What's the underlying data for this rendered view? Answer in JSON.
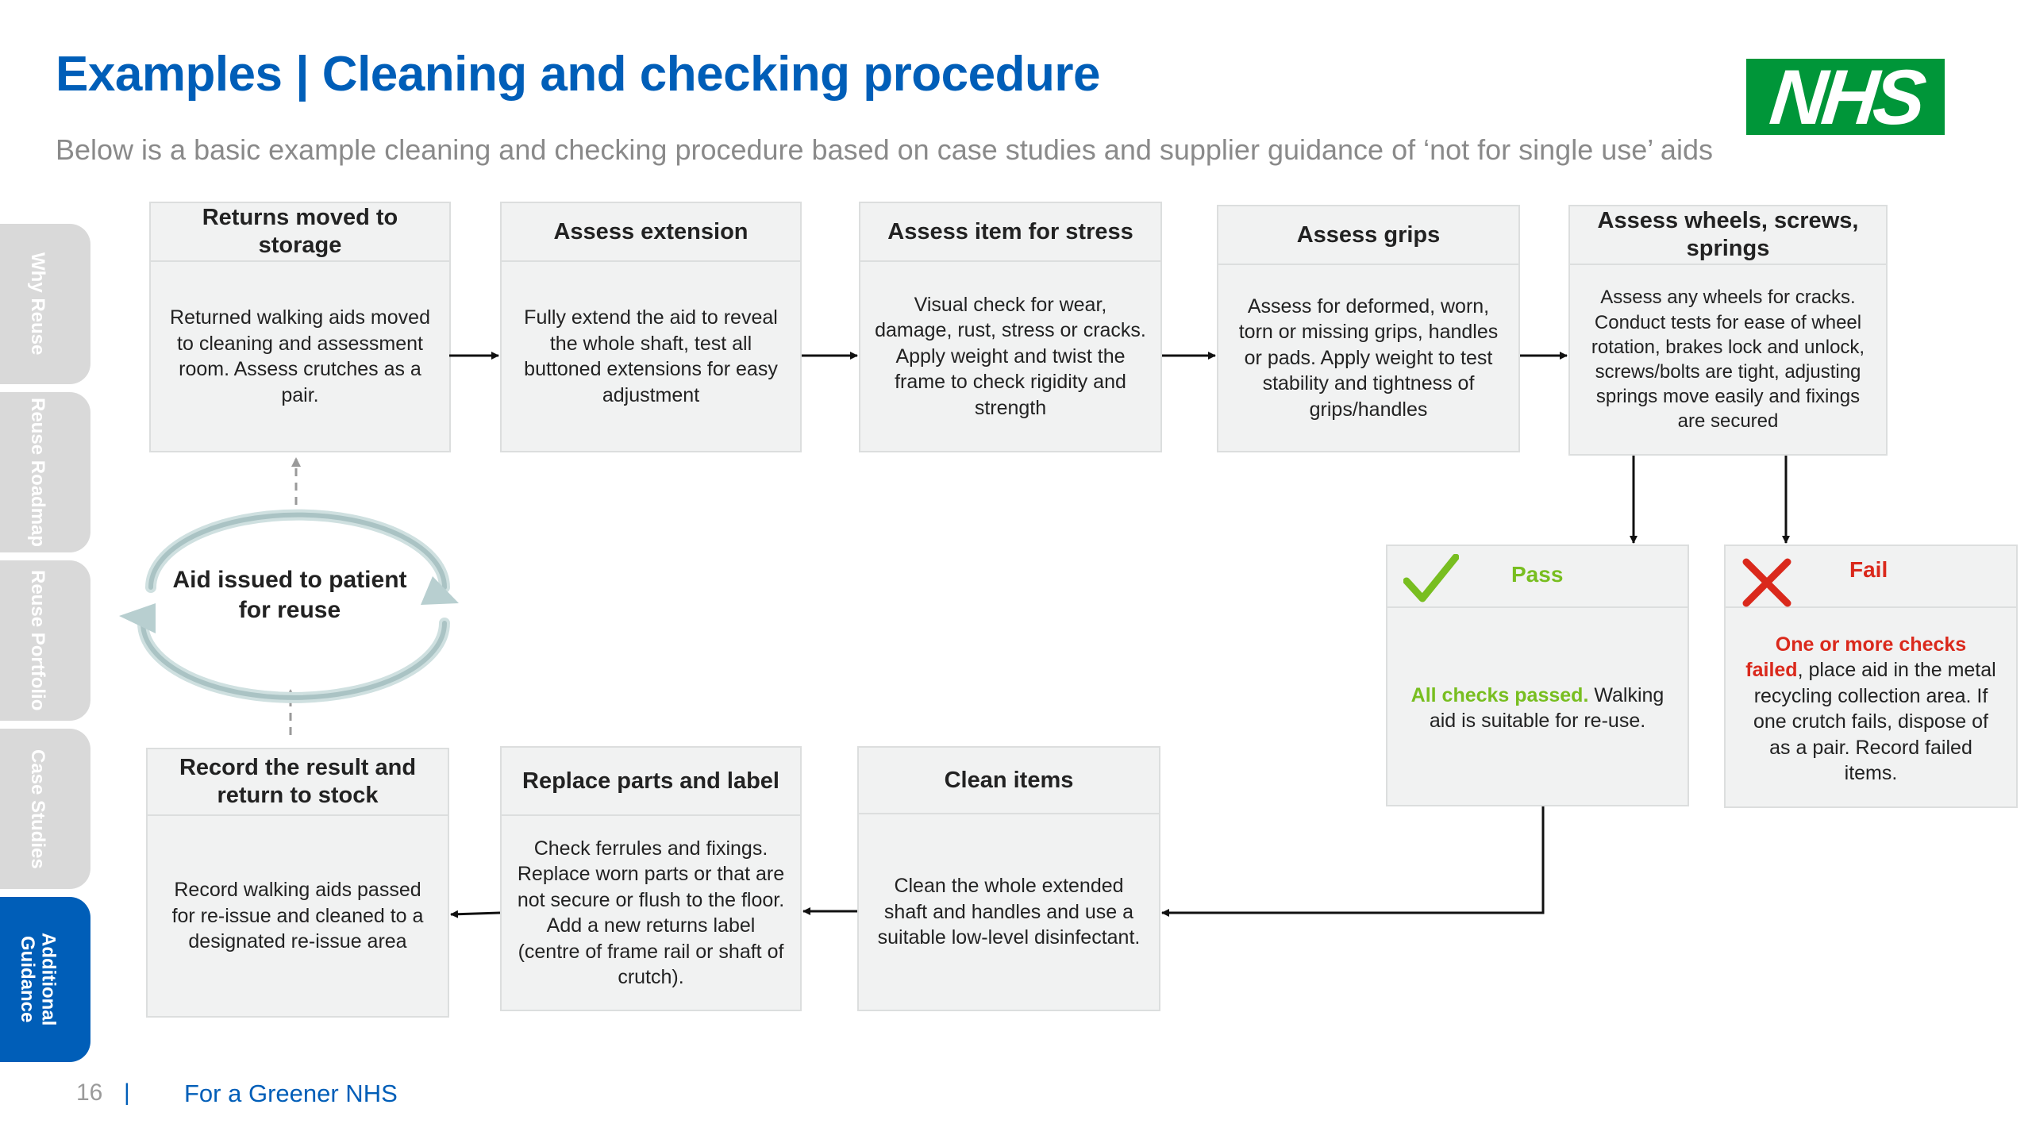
{
  "header": {
    "title": "Examples | Cleaning and checking procedure",
    "subtitle": "Below is a basic example cleaning and checking procedure based on case studies and supplier guidance of ‘not for single use’ aids",
    "logo_text": "NHS"
  },
  "sidebar": {
    "tabs": [
      {
        "label": "Why Reuse"
      },
      {
        "label": "Reuse Roadmap"
      },
      {
        "label": "Reuse Portfolio"
      },
      {
        "label": "Case Studies"
      },
      {
        "label": "Additional Guidance",
        "active": true
      }
    ]
  },
  "steps": [
    {
      "title": "Returns moved to storage",
      "body": "Returned walking aids moved to cleaning and assessment room. Assess crutches as a pair."
    },
    {
      "title": "Assess extension",
      "body": "Fully extend the aid to reveal the whole shaft, test all buttoned extensions for easy adjustment"
    },
    {
      "title": "Assess item for stress",
      "body": "Visual check for wear, damage, rust, stress or cracks. Apply weight and twist the frame to check rigidity and strength"
    },
    {
      "title": "Assess grips",
      "body": "Assess for deformed, worn, torn or missing grips, handles or pads. Apply weight to test stability and tightness of grips/handles"
    },
    {
      "title": "Assess wheels, screws, springs",
      "body": "Assess any wheels for cracks. Conduct tests for  ease of wheel rotation, brakes lock and unlock, screws/bolts are tight, adjusting springs move easily and fixings are secured"
    },
    {
      "title": "Clean items",
      "body": "Clean the whole extended shaft and handles and use a suitable low-level disinfectant."
    },
    {
      "title": "Replace parts and label",
      "body": "Check ferrules and fixings. Replace worn parts or that are not secure or flush to the floor. Add a new returns label (centre of frame rail or shaft of crutch)."
    },
    {
      "title": "Record the result and return to stock",
      "body": "Record walking aids passed for re-issue and cleaned to a designated re-issue area"
    }
  ],
  "pass": {
    "title": "Pass",
    "highlight": "All checks passed.",
    "text": " Walking aid is suitable for re-use."
  },
  "fail": {
    "title": "Fail",
    "highlight": "One or more checks failed",
    "text": ", place aid in the metal recycling collection area. If one crutch fails, dispose of as a pair. Record failed items."
  },
  "cycle": {
    "label": "Aid issued to patient for reuse"
  },
  "footer": {
    "page_number": "16",
    "separator": "|",
    "text": "For a Greener NHS"
  },
  "colors": {
    "nhs_blue": "#005EB8",
    "nhs_green": "#009639",
    "pass_green": "#78BE20",
    "fail_red": "#DA291C",
    "box_fill": "#F1F2F2",
    "tab_grey": "#D9D9D9"
  }
}
